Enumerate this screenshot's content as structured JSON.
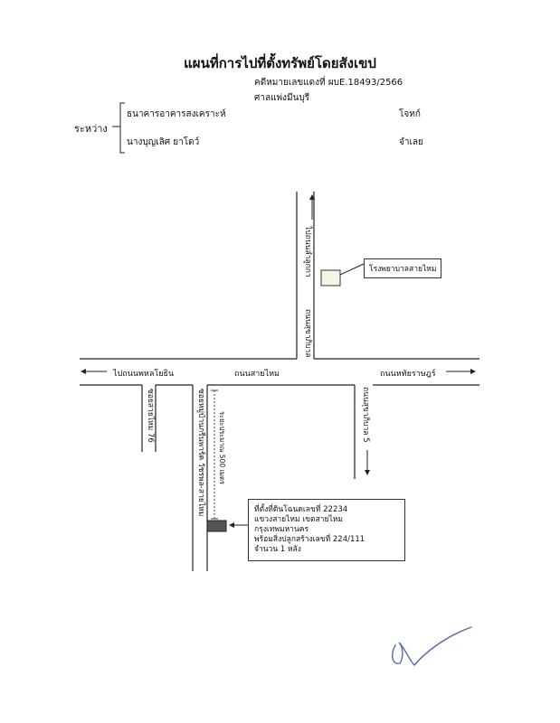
{
  "header": {
    "title": "แผนที่การไปที่ตั้งทรัพย์โดยสังเขป",
    "case_number": "คดีหมายเลขแดงที่ ผบE.18493/2566",
    "court": "ศาลแพ่งมีนบุรี"
  },
  "parties": {
    "between_label": "ระหว่าง",
    "plaintiff_name": "ธนาคารอาคารสงเคราะห์",
    "plaintiff_role": "โจทก์",
    "defendant_name": "นางบุญเลิศ ยาโดว์",
    "defendant_role": "จำเลย"
  },
  "map": {
    "road_main": "ถนนสายไหม",
    "to_phahonyothin": "ไปถนนพหลโยธิน",
    "to_hathairat": "ถนนหทัยราษฎร์",
    "to_lam_luk_ka": "ไปถนนลำลูกกา",
    "sukhaphiban_road": "ถนนสุขาภิบาล 5",
    "soi_76": "ซอยสายไหม 76",
    "soi_village": "ซอยหมู่บ้านกรีนพาร์ค วัชรพล-สายไหม",
    "distance": "ระยะประมาณ 500 เมตร",
    "sukhumvit_upper": "ถนนสุขาภิบาล",
    "hospital": "โรงพยาบาลสายไหม",
    "property_line1": "ที่ตั้งที่ดินโฉนดเลขที่ 22234",
    "property_line2": "แขวงสายไหม เขตสายไหม กรุงเทพมหานคร",
    "property_line3": "พร้อมสิ่งปลูกสร้างเลขที่ 224/111",
    "property_line4": "จำนวน 1 หลัง"
  },
  "signature": {
    "color": "#5a6aa8"
  }
}
